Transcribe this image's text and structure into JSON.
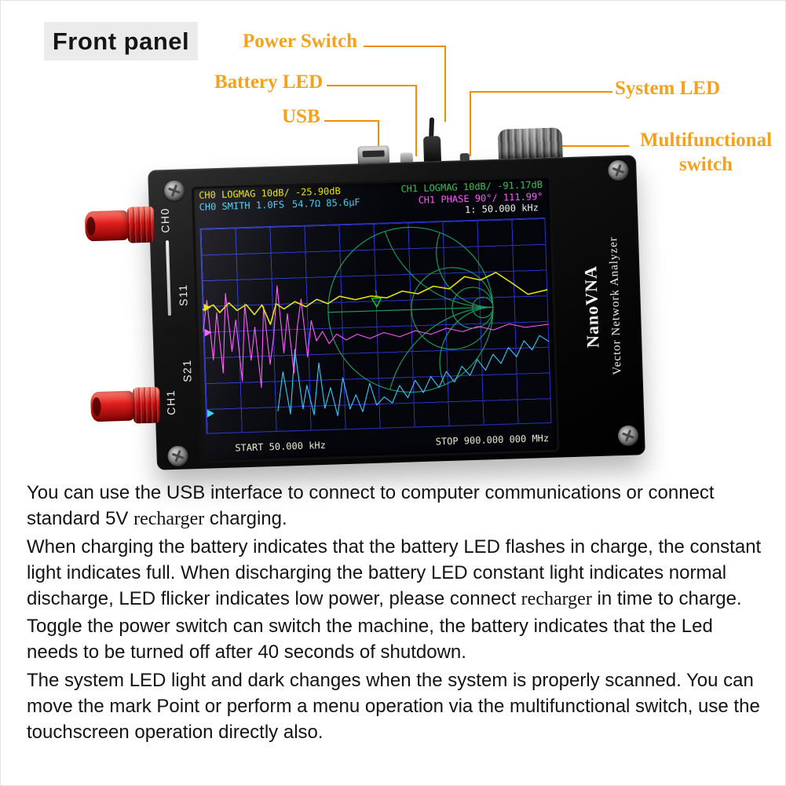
{
  "header": {
    "title": "Front panel"
  },
  "callouts": {
    "power_switch": "Power Switch",
    "battery_led": "Battery LED",
    "usb": "USB",
    "system_led": "System LED",
    "multifunctional_switch": "Multifunctional switch"
  },
  "device": {
    "brand_title": "NanoVNA",
    "brand_subtitle": "Vector Network Analyzer",
    "port_labels": {
      "ch0": "CH0",
      "s11": "S11",
      "s21": "S21",
      "ch1": "CH1"
    },
    "screen": {
      "row1_left": "CH0 LOGMAG 10dB/ -25.90dB",
      "row1_right": "CH1 LOGMAG 10dB/ -91.17dB",
      "row2_left": "CH0 SMITH 1.0FS",
      "row2_left_values": "54.7Ω 85.6μF",
      "row2_right": "CH1 PHASE 90°/ 111.99°",
      "marker_readout": "1: 50.000 kHz",
      "start_label": "START 50.000 kHz",
      "stop_label": "STOP 900.000 000 MHz"
    }
  },
  "colors": {
    "callout_accent": "#F5A11C",
    "leader_line": "#F28C00",
    "trace_yellow": "#E3E300",
    "trace_magenta": "#FF55FF",
    "trace_cyan": "#37C8FF",
    "trace_green": "#00E000",
    "grid_blue": "#2633C8",
    "connector_red": "#E01D1D"
  },
  "paragraphs": [
    [
      {
        "text": "You can use the USB interface to connect to computer communications or connect standard 5V "
      },
      {
        "text": "recharger",
        "serif": true
      },
      {
        "text": " charging."
      }
    ],
    [
      {
        "text": "When charging the battery indicates that the battery LED flashes in charge, the constant light indicates full. When discharging the battery LED constant light indicates normal discharge, LED flicker indicates low power, please connect "
      },
      {
        "text": "recharger",
        "serif": true
      },
      {
        "text": " in time to charge."
      }
    ],
    [
      {
        "text": "Toggle the power switch can switch the machine, the battery indicates that the Led needs to be turned off after 40 seconds of shutdown."
      }
    ],
    [
      {
        "text": "The system LED light and dark changes when the system is properly scanned. You can move the mark Point or perform a menu operation via the multifunctional switch, use the touchscreen operation directly also."
      }
    ]
  ]
}
